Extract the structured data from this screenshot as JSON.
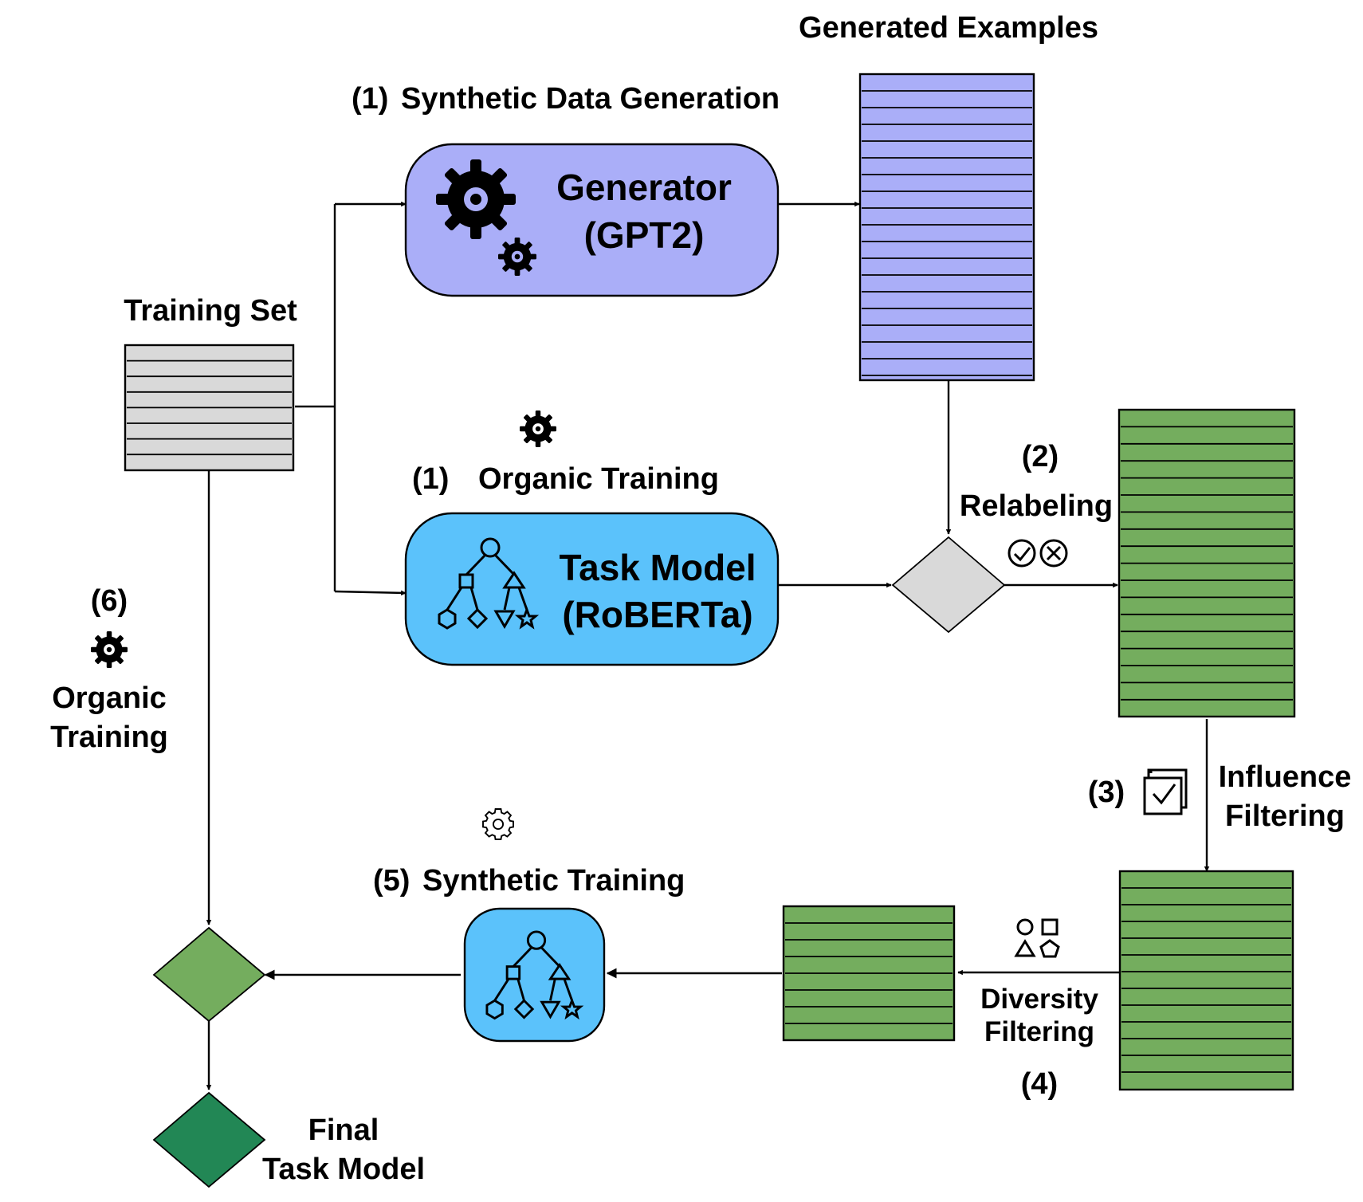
{
  "colors": {
    "generator_fill": "#aaaef8",
    "task_model_fill": "#5bc2fb",
    "training_set_fill": "#d9d9d9",
    "filtered_fill": "#74ad5e",
    "merge_diamond_fill": "#74ad5e",
    "final_diamond_fill": "#228755",
    "relabel_diamond_fill": "#d9d9d9"
  },
  "labels": {
    "generated_examples": "Generated Examples",
    "step1_number": "(1)",
    "step1_synthetic_generation": "Synthetic Data Generation",
    "training_set": "Training Set",
    "step1_organic_number": "(1)",
    "step1_organic_training": "Organic Training",
    "step2_number": "(2)",
    "step2_relabeling": "Relabeling",
    "step3_number": "(3)",
    "step3_influence_line1": "Influence",
    "step3_influence_line2": "Filtering",
    "step4_diversity_line1": "Diversity",
    "step4_diversity_line2": "Filtering",
    "step4_number": "(4)",
    "step5_number": "(5)",
    "step5_synthetic_training": "Synthetic Training",
    "step6_number": "(6)",
    "step6_organic_line1": "Organic",
    "step6_organic_line2": "Training",
    "final_line1": "Final",
    "final_line2": "Task Model"
  },
  "generator": {
    "line1": "Generator",
    "line2": "(GPT2)"
  },
  "task_model": {
    "line1": "Task Model",
    "line2": "(RoBERTa)"
  },
  "icons": {
    "generator": "gears-icon",
    "task_model": "tree-shapes-icon",
    "organic_training": "gear-icon",
    "relabeling": "check-and-cross-icon",
    "influence_filtering": "stacked-checkbox-icon",
    "diversity_filtering": "shapes-icon",
    "synthetic_training": "gear-outline-icon",
    "synthetic_task_model": "tree-shapes-icon"
  }
}
